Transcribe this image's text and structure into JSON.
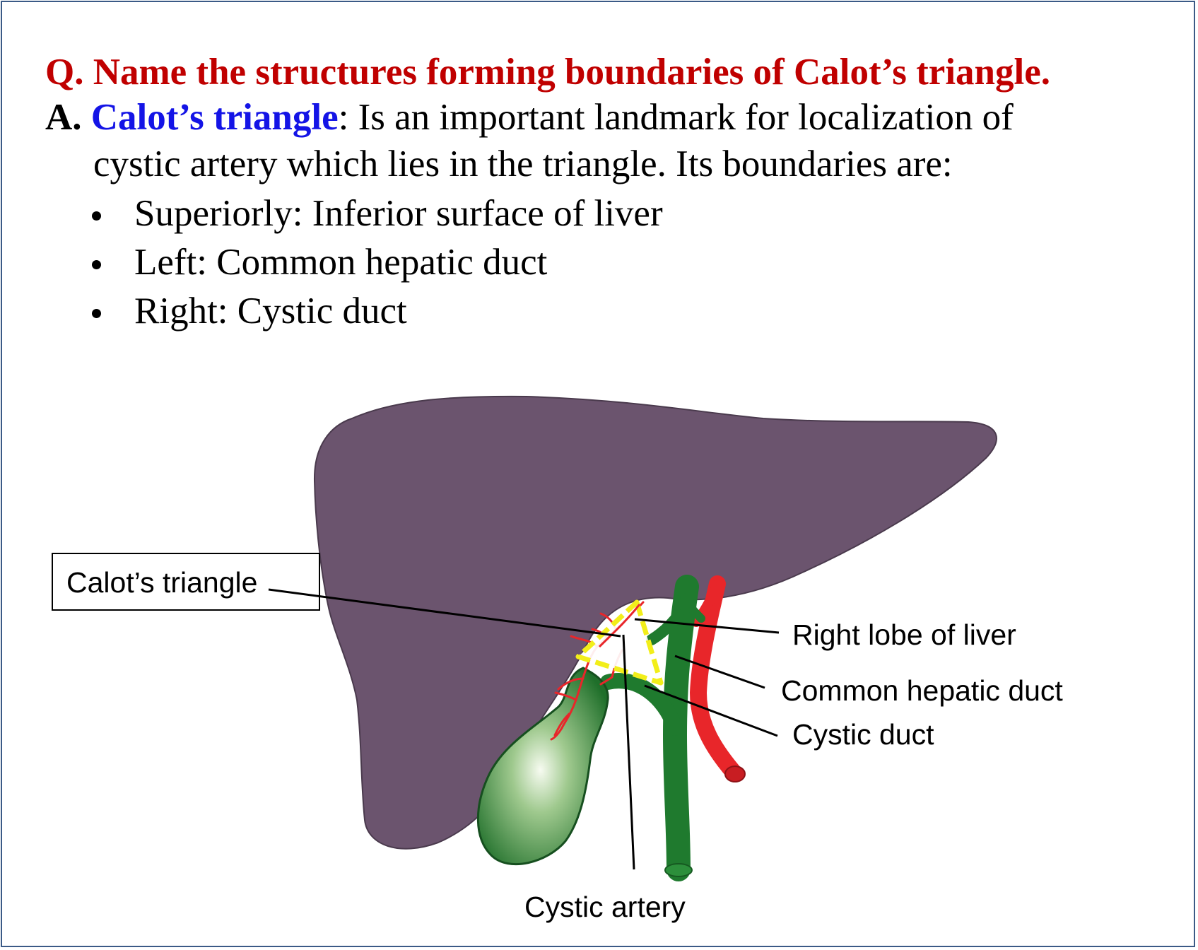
{
  "question": "Q. Name the structures forming boundaries of Calot’s triangle.",
  "answer": {
    "prefix": "A.",
    "term": "Calot’s triangle",
    "rest_line1": ": Is an important landmark for localization of",
    "line2": "cystic artery which lies in the triangle. Its boundaries are:"
  },
  "boundaries": [
    "Superiorly: Inferior surface of liver",
    "Left: Common hepatic duct",
    "Right: Cystic duct"
  ],
  "labels": {
    "calots_triangle": "Calot’s triangle",
    "right_lobe": "Right lobe of liver",
    "common_hepatic_duct": "Common hepatic duct",
    "cystic_duct": "Cystic duct",
    "cystic_artery": "Cystic artery"
  },
  "colors": {
    "question": "#c00000",
    "term": "#1414e6",
    "liver": "#6b546e",
    "duct": "#1f7a2e",
    "artery": "#e8262a",
    "triangle_outline": "#f2ee1a",
    "frame": "#3b5a86"
  }
}
